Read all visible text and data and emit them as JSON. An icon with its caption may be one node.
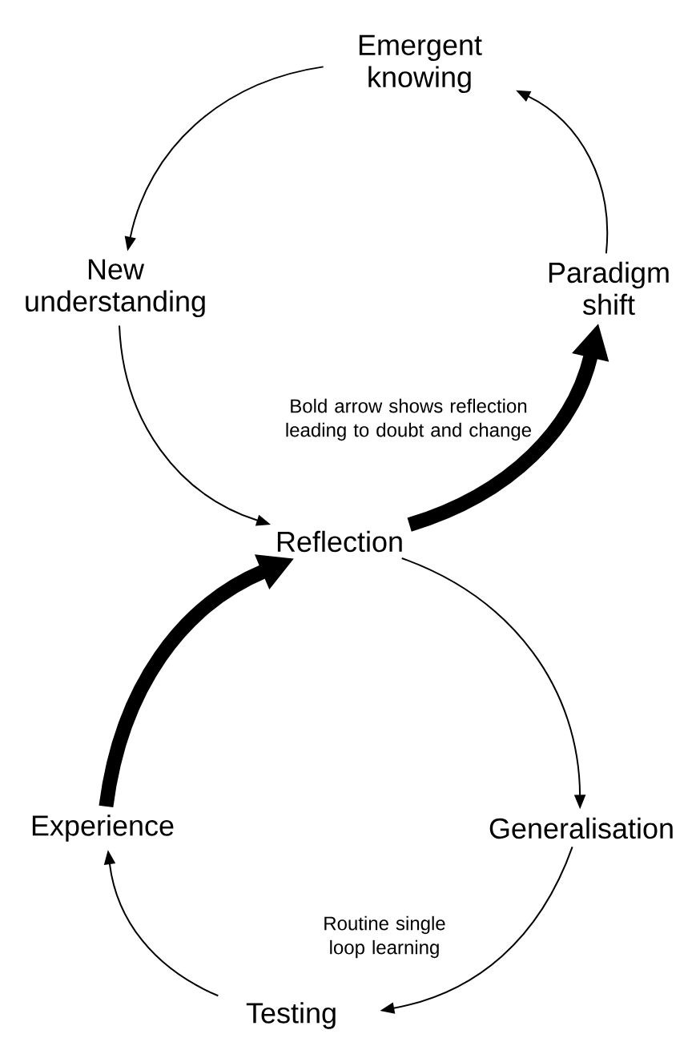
{
  "diagram": {
    "nodes": [
      {
        "text": [
          "Emergent knowing"
        ]
      },
      {
        "text": [
          "New understanding"
        ]
      },
      {
        "text": [
          "Paradigm shift"
        ]
      },
      {
        "text": [
          "Reflection"
        ]
      },
      {
        "text": [
          "Experience"
        ]
      },
      {
        "text": [
          "Generalisation"
        ]
      },
      {
        "text": [
          "Testing"
        ]
      }
    ],
    "edges": [
      {
        "from": 0,
        "to": 1,
        "arrow": "to"
      },
      {
        "from": 1,
        "to": 3,
        "arrow": "to"
      },
      {
        "from": 3,
        "to": 2,
        "arrow": "to",
        "style": "thick"
      },
      {
        "from": 2,
        "to": 0,
        "arrow": "to"
      },
      {
        "from": 3,
        "to": 5,
        "arrow": "to"
      },
      {
        "from": 5,
        "to": 6,
        "arrow": "to"
      },
      {
        "from": 6,
        "to": 4,
        "arrow": "to"
      },
      {
        "from": 4,
        "to": 3,
        "arrow": "to",
        "style": "thick"
      }
    ],
    "labels": [
      "Bold arrow shows reflection leading to doubt and change",
      "Routine single loop learning"
    ]
  }
}
